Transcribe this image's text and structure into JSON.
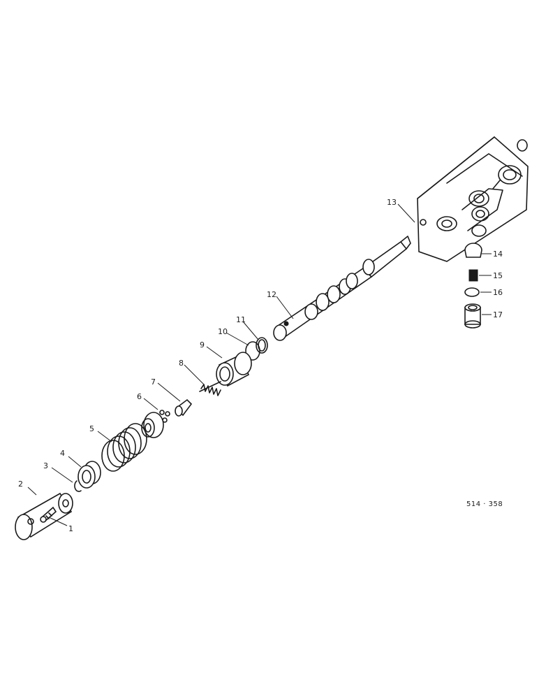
{
  "diagram": {
    "reference_code": "514 · 358",
    "callouts": [
      "1",
      "2",
      "3",
      "4",
      "5",
      "6",
      "7",
      "8",
      "9",
      "10",
      "11",
      "12",
      "13",
      "14",
      "15",
      "16",
      "17"
    ]
  }
}
